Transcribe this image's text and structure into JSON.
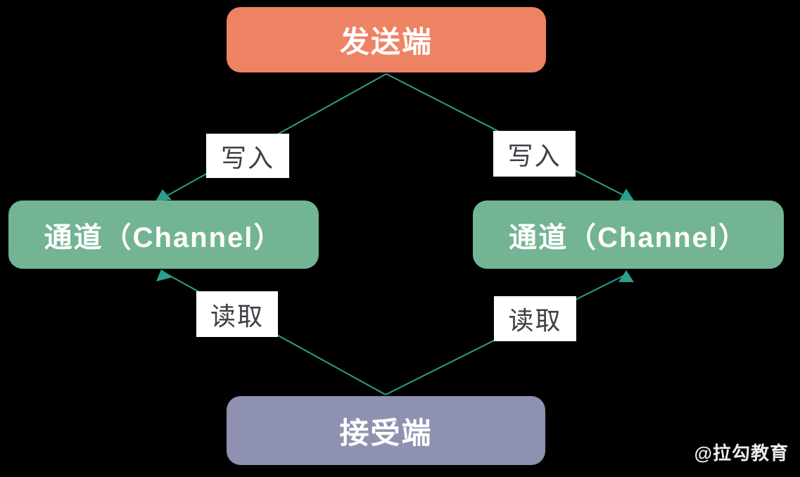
{
  "colors": {
    "background": "#000000",
    "sender_box": "#EE8364",
    "channel_box": "#72B493",
    "receiver_box": "#8E92B0",
    "connector": "#2C9E8B",
    "edge_label_bg": "#FFFFFF",
    "edge_label_text": "#3C4045",
    "node_text": "#FFFFFF",
    "watermark_text": "#EDEDED"
  },
  "nodes": {
    "sender": {
      "label": "发送端"
    },
    "channel_left": {
      "label": "通道（Channel）"
    },
    "channel_right": {
      "label": "通道（Channel）"
    },
    "receiver": {
      "label": "接受端"
    }
  },
  "edges": {
    "write_left": {
      "label": "写入"
    },
    "write_right": {
      "label": "写入"
    },
    "read_left": {
      "label": "读取"
    },
    "read_right": {
      "label": "读取"
    }
  },
  "watermark": {
    "text": "@拉勾教育"
  }
}
